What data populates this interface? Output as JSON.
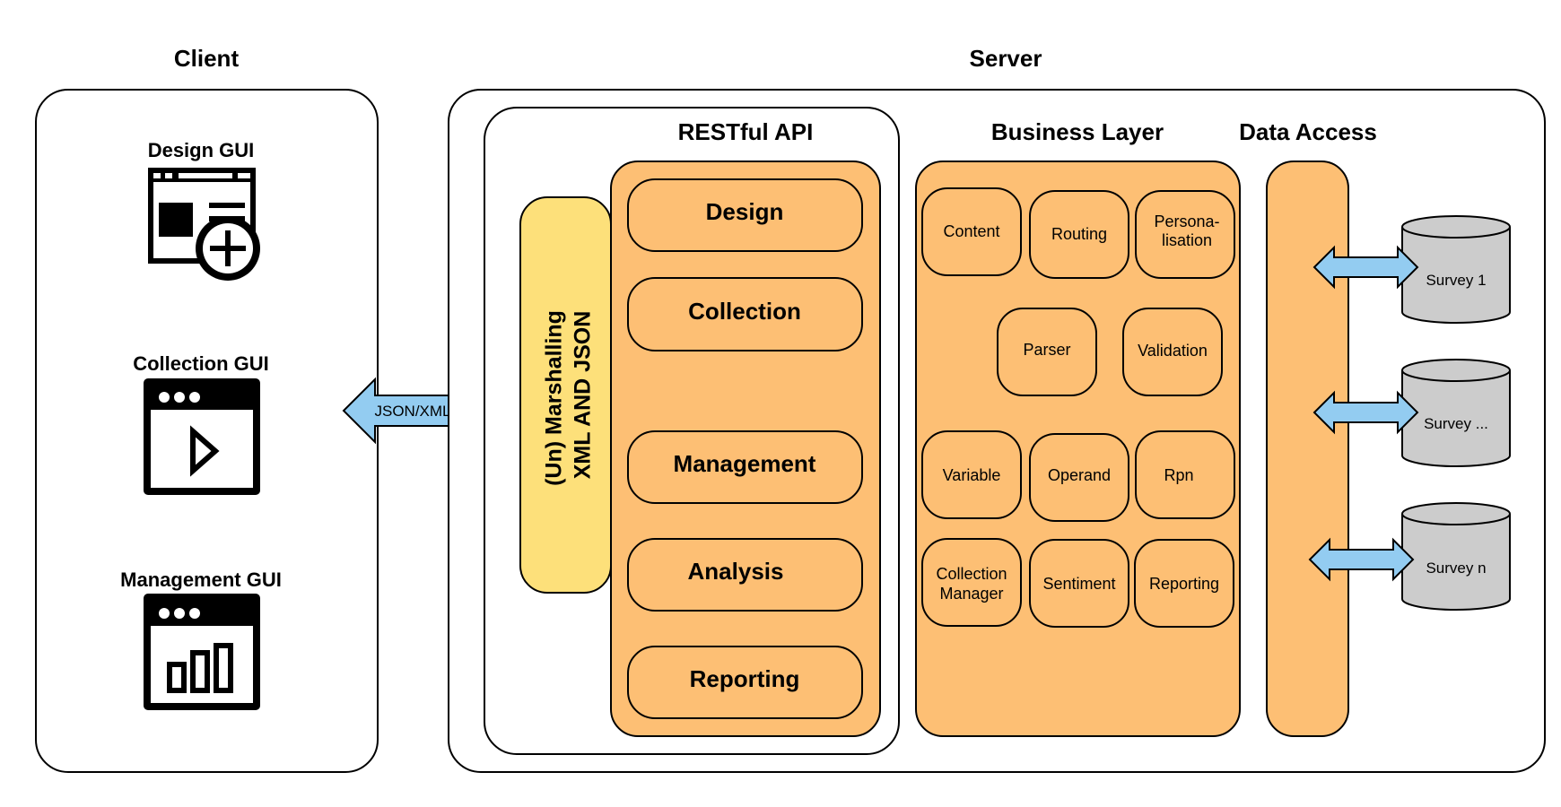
{
  "client": {
    "title": "Client",
    "guis": [
      {
        "label": "Design GUI",
        "icon": "design-window-plus-icon"
      },
      {
        "label": "Collection GUI",
        "icon": "collection-window-play-icon"
      },
      {
        "label": "Management GUI",
        "icon": "management-window-chart-icon"
      }
    ]
  },
  "connector": {
    "label": "JSON/XML"
  },
  "server": {
    "title": "Server",
    "api": {
      "title": "RESTful API",
      "marshalling": [
        "(Un) Marshalling",
        "XML AND JSON"
      ],
      "modules": [
        "Design",
        "Collection",
        "Management",
        "Analysis",
        "Reporting"
      ]
    },
    "business": {
      "title": "Business Layer",
      "modules": [
        [
          "Content"
        ],
        [
          "Routing"
        ],
        [
          "Persona-",
          "lisation"
        ],
        [
          "Parser"
        ],
        [
          "Validation"
        ],
        [
          "Variable"
        ],
        [
          "Operand"
        ],
        [
          "Rpn"
        ],
        [
          "Collection",
          "Manager"
        ],
        [
          "Sentiment"
        ],
        [
          "Reporting"
        ]
      ]
    },
    "data_access": {
      "title": "Data Access",
      "databases": [
        "Survey 1",
        "Survey ...",
        "Survey n"
      ]
    }
  },
  "colors": {
    "orange": "#fdbf74",
    "yellow": "#fde07a",
    "arrow_blue": "#93ccf1",
    "db_gray": "#cccccc"
  }
}
